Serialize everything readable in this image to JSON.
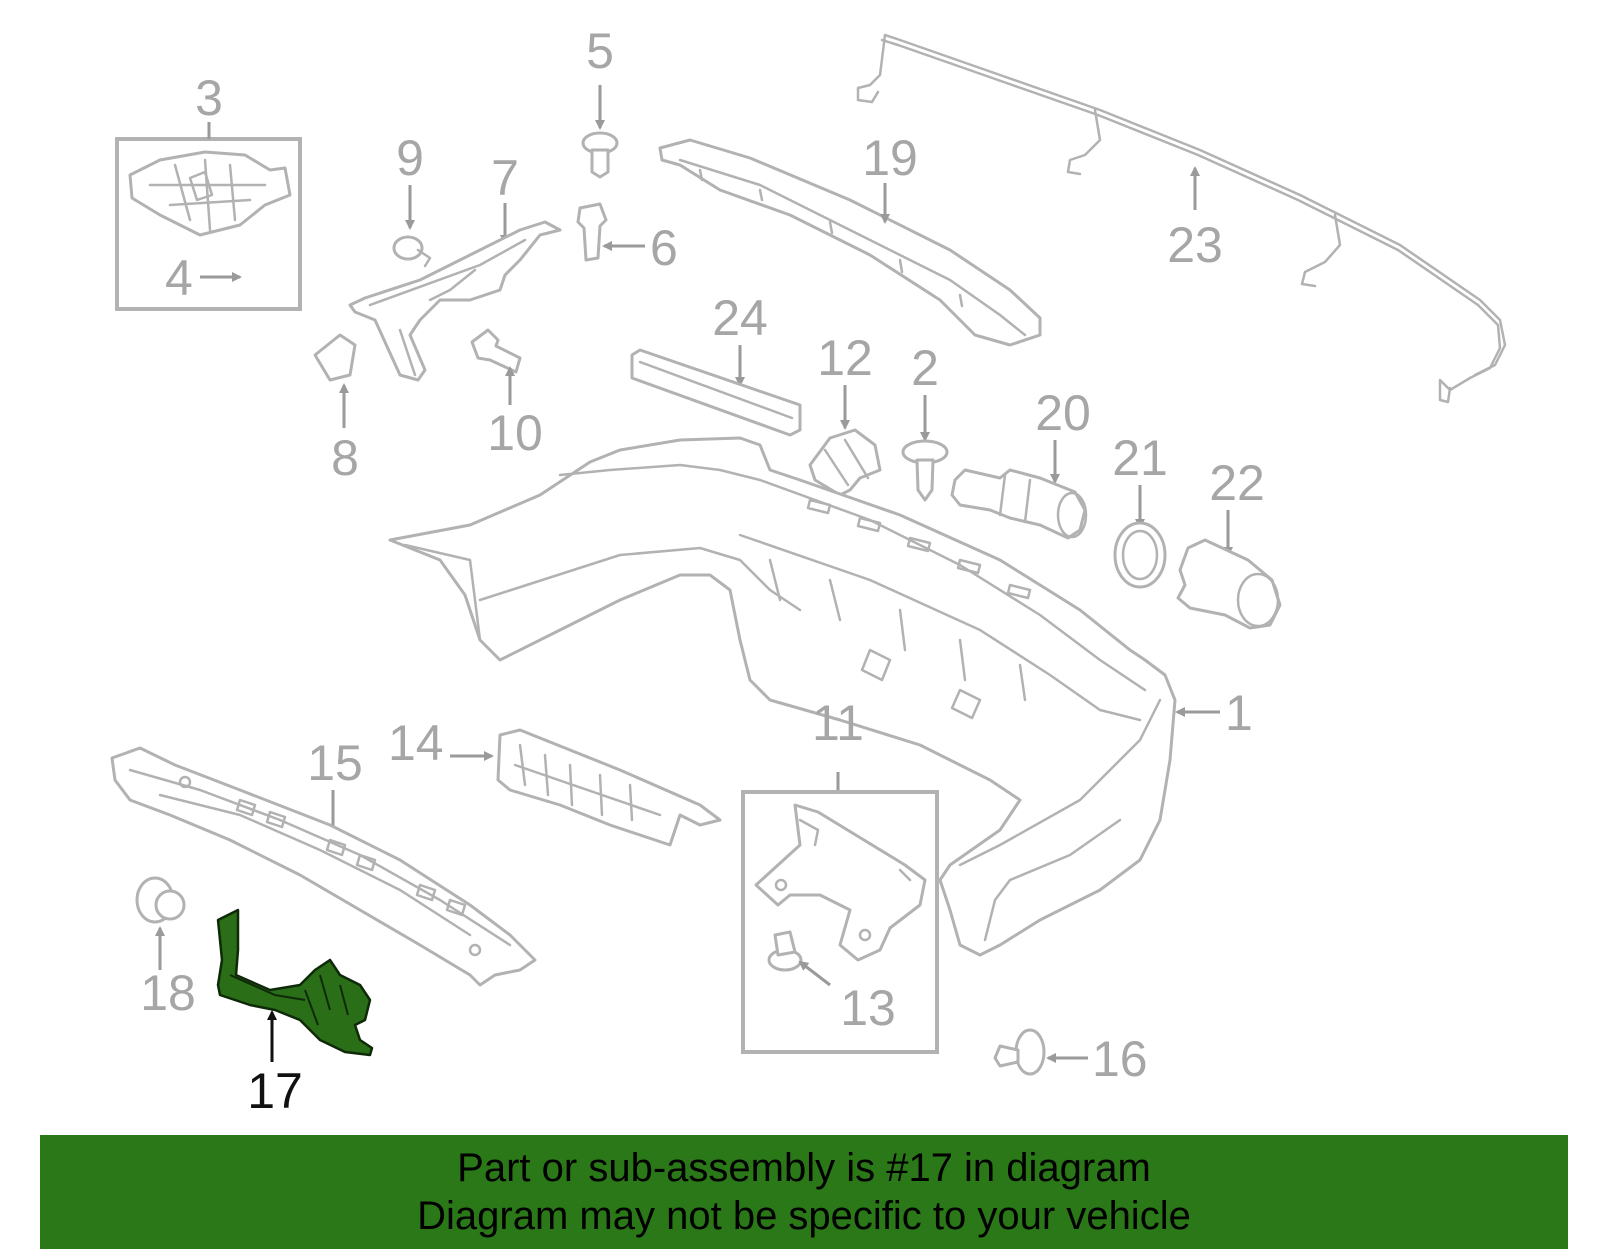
{
  "callouts": {
    "c1": "1",
    "c2": "2",
    "c3": "3",
    "c4": "4",
    "c5": "5",
    "c6": "6",
    "c7": "7",
    "c8": "8",
    "c9": "9",
    "c10": "10",
    "c11": "11",
    "c12": "12",
    "c13": "13",
    "c14": "14",
    "c15": "15",
    "c16": "16",
    "c17": "17",
    "c18": "18",
    "c19": "19",
    "c20": "20",
    "c21": "21",
    "c22": "22",
    "c23": "23",
    "c24": "24"
  },
  "highlighted_part": "17",
  "colors": {
    "highlight_fill": "#2a6e18",
    "banner": "#2a7817",
    "part_stroke": "#b2b2b2",
    "callout_text": "#a6a6a6"
  },
  "footer": {
    "line1": "Part or sub-assembly is #17 in diagram",
    "line2": "Diagram may not be specific to your vehicle"
  }
}
